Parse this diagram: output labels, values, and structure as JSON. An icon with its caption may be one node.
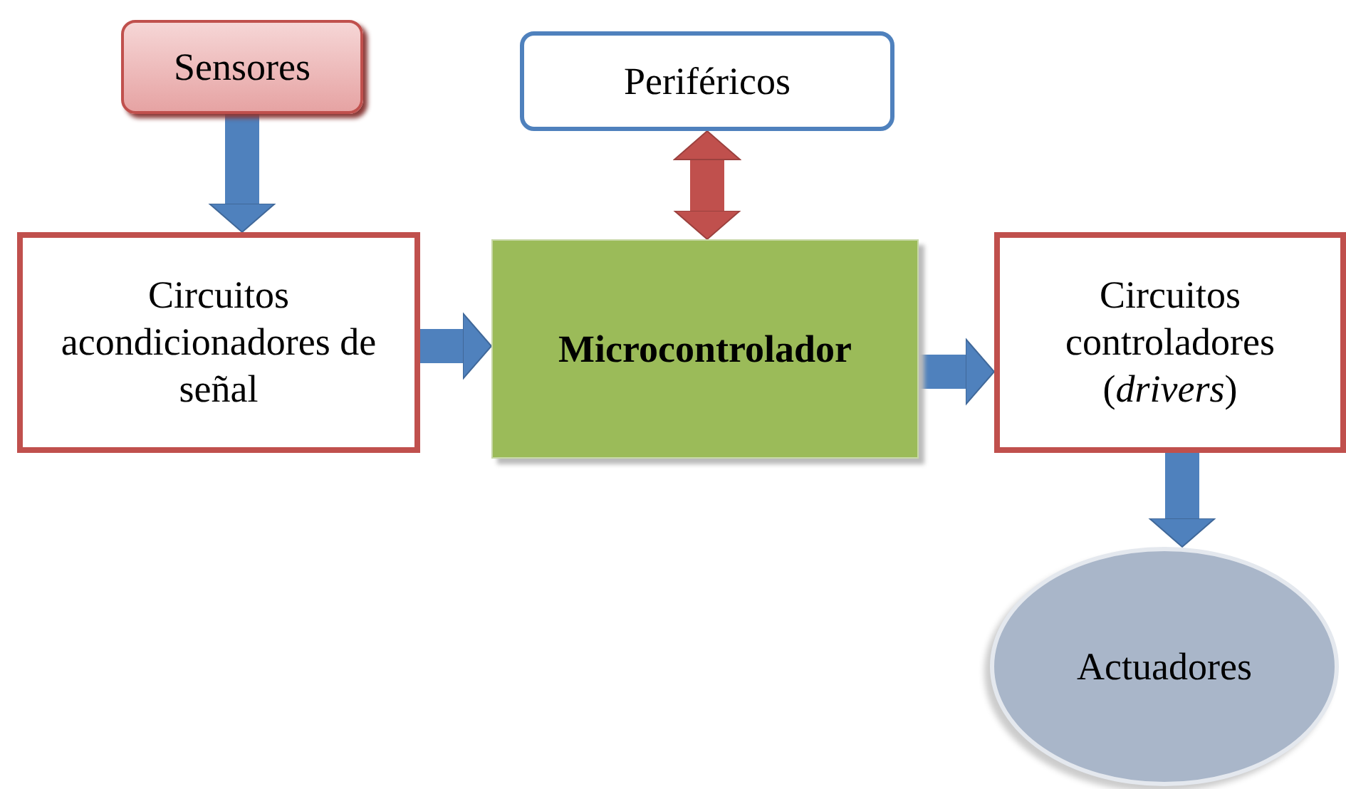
{
  "diagram": {
    "nodes": [
      {
        "text": [
          "Sensores"
        ]
      },
      {
        "text": [
          "Periféricos"
        ]
      },
      {
        "text": [
          "Circuitos acondicionadores de señal"
        ]
      },
      {
        "text": [
          "Microcontrolador"
        ]
      },
      {
        "text": [
          "Circuitos controladores (*drivers*)"
        ]
      },
      {
        "text": [
          "Actuadores"
        ]
      }
    ],
    "edges": [
      {
        "from": 0,
        "to": 2,
        "arrow": "to"
      },
      {
        "from": 1,
        "to": 3,
        "arrow": "both",
        "color": "#c0504d"
      },
      {
        "from": 2,
        "to": 3,
        "arrow": "to"
      },
      {
        "from": 3,
        "to": 4,
        "arrow": "to"
      },
      {
        "from": 4,
        "to": 5,
        "arrow": "to"
      }
    ]
  }
}
